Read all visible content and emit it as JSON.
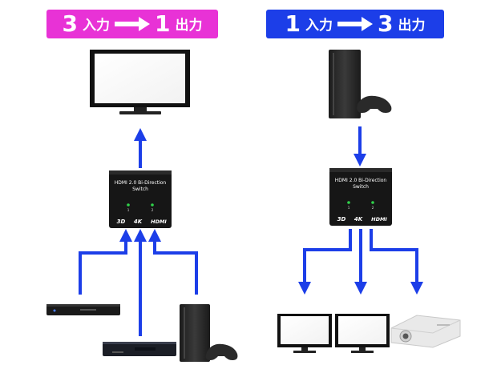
{
  "left_panel": {
    "banner": {
      "in_count": "3",
      "in_label": "入力",
      "out_count": "1",
      "out_label": "出力",
      "color": "#e832d6"
    }
  },
  "right_panel": {
    "banner": {
      "in_count": "1",
      "in_label": "入力",
      "out_count": "3",
      "out_label": "出力",
      "color": "#1c3ee8"
    }
  },
  "switch_box": {
    "line1": "HDMI 2.0 Bi-Direction",
    "line2": "Switch",
    "port1": "1",
    "port2": "2",
    "badge_3d": "3D",
    "badge_4k": "4K",
    "badge_hdmi": "HDMI"
  },
  "arrow_color": "#1c3ee8"
}
